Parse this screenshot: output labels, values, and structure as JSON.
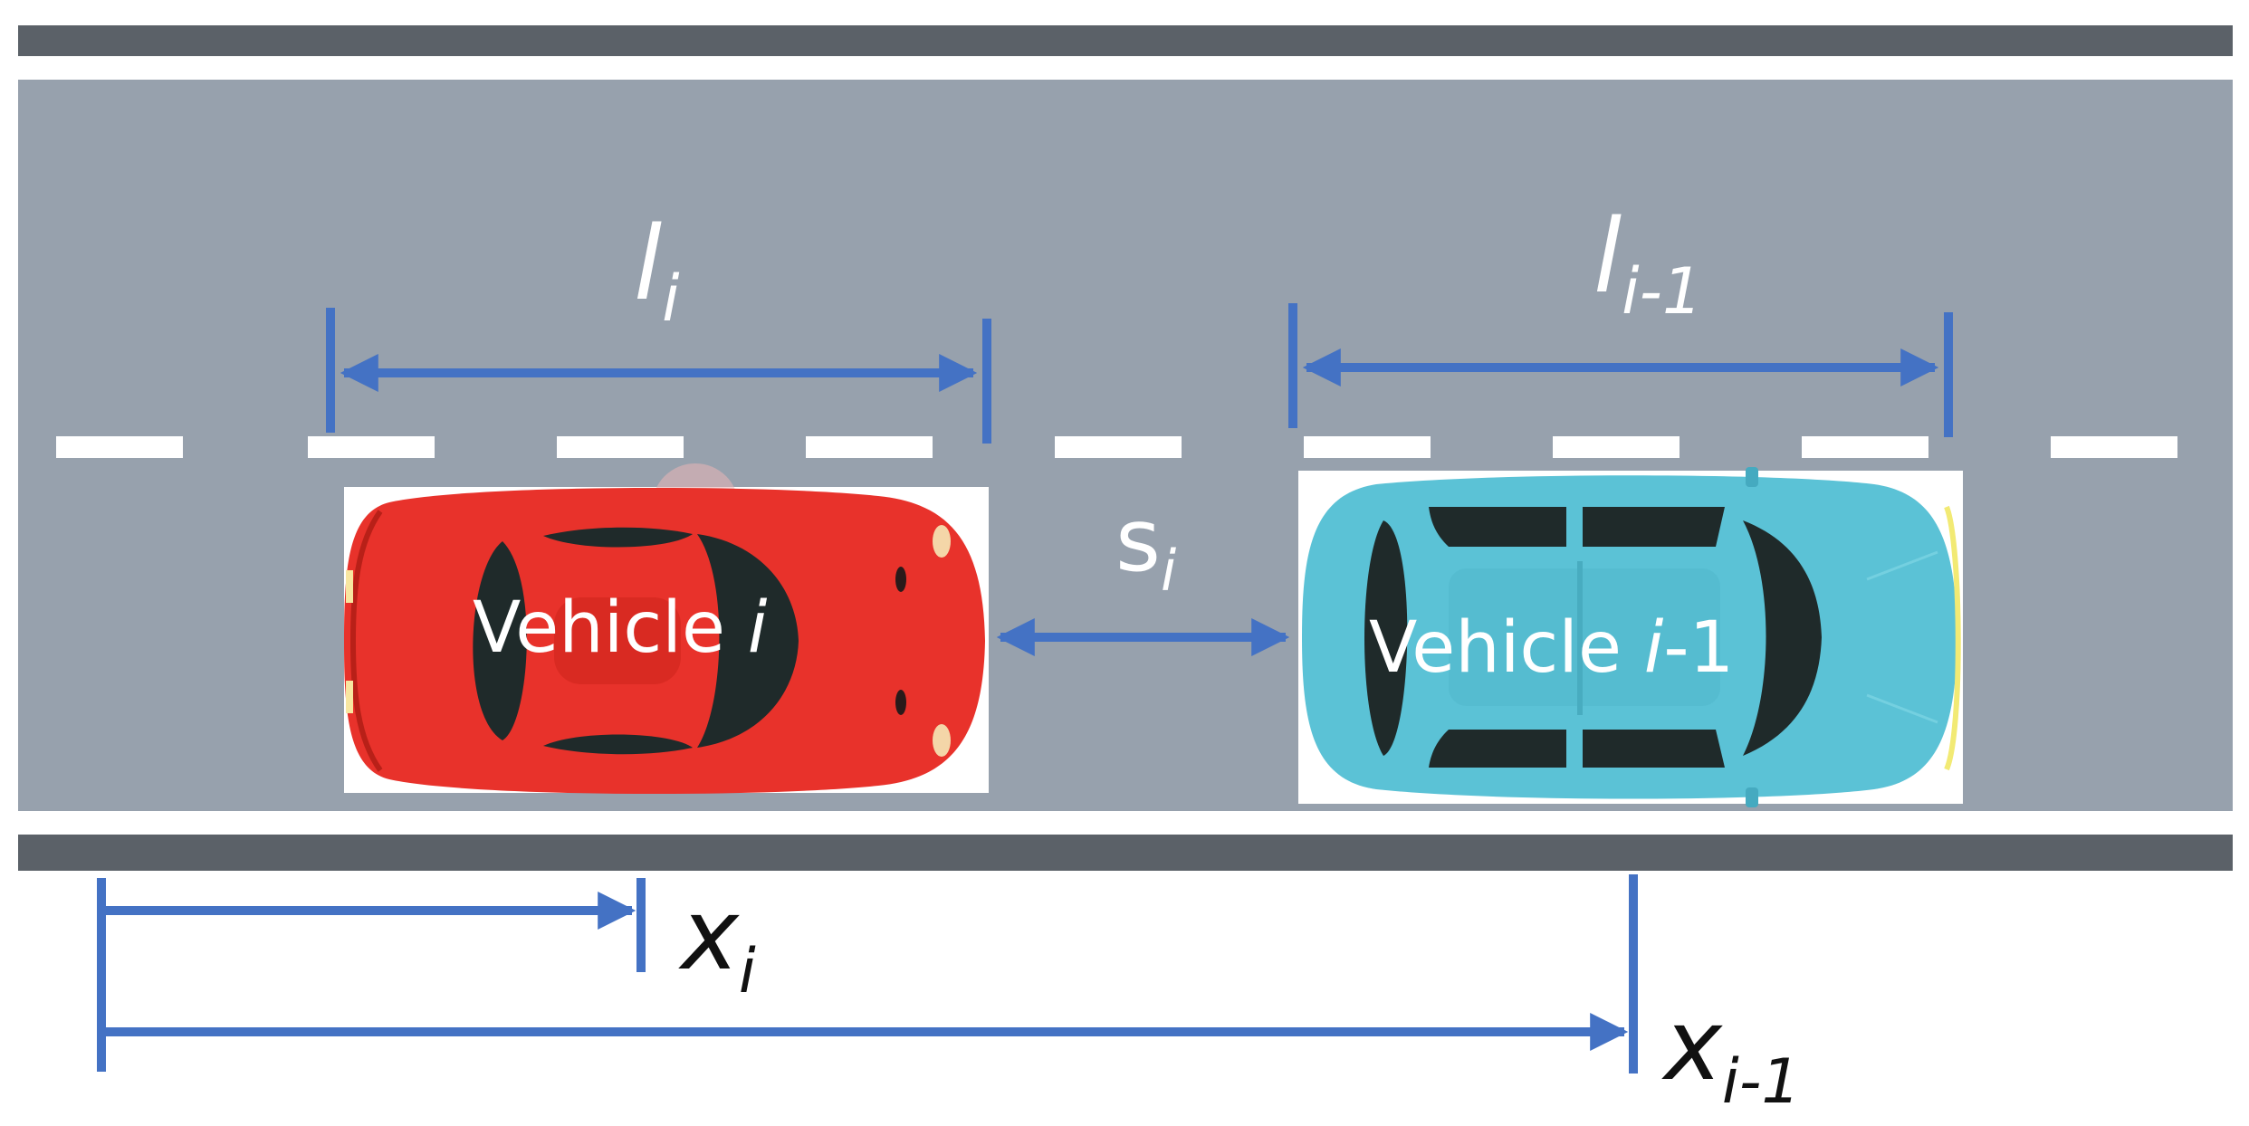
{
  "labels": {
    "length_i": {
      "base": "l",
      "sub": "i"
    },
    "length_prev": {
      "base": "l",
      "sub": "i-1"
    },
    "gap": {
      "base": "s",
      "sub": "i"
    },
    "vehicle_i": {
      "prefix": "Vehicle ",
      "index": "i",
      "suffix": ""
    },
    "vehicle_prev": {
      "prefix": "Vehicle ",
      "index": "i",
      "suffix": "-1"
    },
    "position_i": {
      "base": "x",
      "sub": "i"
    },
    "position_prev": {
      "base": "x",
      "sub": "i-1"
    }
  },
  "colors": {
    "road": "#97a1ad",
    "road_edge": "#5b6168",
    "lane_mark": "#ffffff",
    "dimension": "#4472c4",
    "vehicle_i": "#e8322b",
    "vehicle_prev": "#5bc2d6",
    "window": "#1f2a2a",
    "text_dark": "#111111",
    "text_light": "#ffffff"
  }
}
